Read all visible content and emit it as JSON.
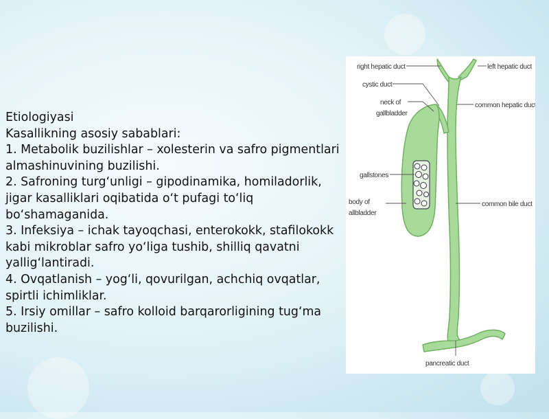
{
  "slide": {
    "heading": "Etiologiyasi",
    "intro": "Kasallikning asosiy sabablari:",
    "items": [
      "1. Metabolik buzilishlar – xolesterin va safro pigmentlari almashinuvining buzilishi.",
      "2. Safroning turg‘unligi – gipodinamika, homiladorlik, jigar kasalliklari oqibatida o‘t pufagi to‘liq bo‘shamaganida.",
      "3. Infeksiya – ichak tayoqchasi, enterokokk, stafilokokk kabi mikroblar safro yo‘liga tushib, shilliq qavatni yallig‘lantiradi.",
      "4. Ovqatlanish – yog‘li, qovurilgan, achchiq ovqatlar, spirtli ichimliklar.",
      "5. Irsiy omillar – safro kolloid barqarorligining tug‘ma buzilishi."
    ]
  },
  "diagram": {
    "labels": {
      "right_hepatic_duct": "right hepatic duct",
      "left_hepatic_duct": "left hepatic duct",
      "cystic_duct": "cystic duct",
      "neck_of_gallbladder_1": "neck of",
      "neck_of_gallbladder_2": "gallbladder",
      "common_hepatic_duct": "common hepatic duct",
      "gallstones": "gallstones",
      "body_of_gallbladder_1": "body of",
      "body_of_gallbladder_2": "allbladder",
      "common_bile_duct": "common bile duct",
      "pancreatic_duct": "pancreatic duct"
    },
    "colors": {
      "organ_fill": "#a8db9a",
      "organ_stroke": "#6fb060",
      "label_line": "#555555"
    }
  }
}
